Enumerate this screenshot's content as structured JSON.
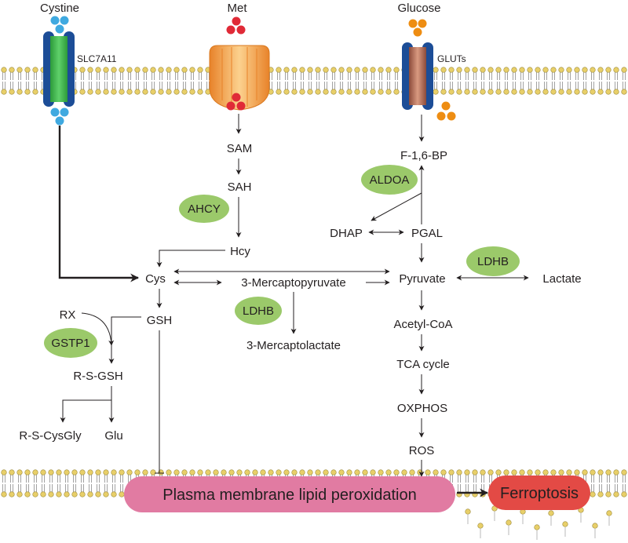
{
  "transporters": {
    "slc7a11": {
      "substrate": "Cystine",
      "name": "SLC7A11",
      "dot_color": "#3fa9e0"
    },
    "met": {
      "substrate": "Met",
      "dot_color": "#e02a37"
    },
    "gluts": {
      "substrate": "Glucose",
      "name": "GLUTs",
      "dot_color": "#ee8d12"
    }
  },
  "metabolites": {
    "sam": "SAM",
    "sah": "SAH",
    "hcy": "Hcy",
    "cys": "Cys",
    "gsh": "GSH",
    "rx": "RX",
    "rsgsh": "R-S-GSH",
    "rscysgly": "R-S-CysGly",
    "glu": "Glu",
    "mercaptopyruvate": "3-Mercaptopyruvate",
    "mercaptolactate": "3-Mercaptolactate",
    "f16bp": "F-1,6-BP",
    "dhap": "DHAP",
    "pgal": "PGAL",
    "pyruvate": "Pyruvate",
    "lactate": "Lactate",
    "acetylcoa": "Acetyl-CoA",
    "tca": "TCA cycle",
    "oxphos": "OXPHOS",
    "ros": "ROS"
  },
  "enzymes": {
    "ahcy": "AHCY",
    "aldoa": "ALDOA",
    "ldhb_lactate": "LDHB",
    "ldhb_mercapto": "LDHB",
    "gstp1": "GSTP1"
  },
  "outcomes": {
    "lipid_peroxidation": "Plasma membrane lipid peroxidation",
    "ferroptosis": "Ferroptosis"
  },
  "colors": {
    "enzyme_fill": "#9bc96a",
    "lipid_box": "#e17ba2",
    "ferroptosis_box": "#e34a45",
    "membrane_head": "#e8cf69",
    "slc7a11_body": "#3cb84a",
    "slc7a11_frame": "#1c4d97",
    "met_transporter": "#f2a443",
    "gluts_body": "#b26a55"
  }
}
